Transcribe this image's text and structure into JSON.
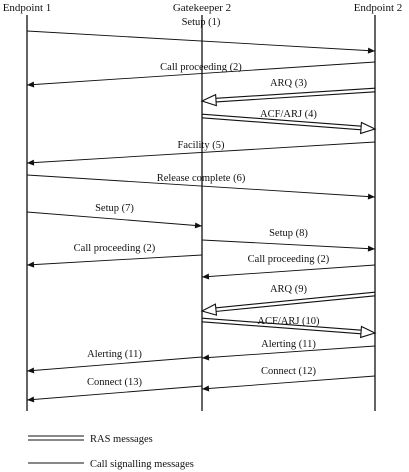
{
  "lanes": {
    "endpoint1": "Endpoint 1",
    "gatekeeper": "Gatekeeper 2",
    "endpoint2": "Endpoint 2"
  },
  "messages": [
    {
      "label": "Setup (1)",
      "from": "endpoint1",
      "to": "endpoint2",
      "kind": "call"
    },
    {
      "label": "Call proceeding (2)",
      "from": "endpoint2",
      "to": "endpoint1",
      "kind": "call"
    },
    {
      "label": "ARQ (3)",
      "from": "endpoint2",
      "to": "gatekeeper",
      "kind": "ras"
    },
    {
      "label": "ACF/ARJ (4)",
      "from": "gatekeeper",
      "to": "endpoint2",
      "kind": "ras"
    },
    {
      "label": "Facility (5)",
      "from": "endpoint2",
      "to": "endpoint1",
      "kind": "call"
    },
    {
      "label": "Release complete (6)",
      "from": "endpoint1",
      "to": "endpoint2",
      "kind": "call"
    },
    {
      "label": "Setup (7)",
      "from": "endpoint1",
      "to": "gatekeeper",
      "kind": "call"
    },
    {
      "label": "Setup (8)",
      "from": "gatekeeper",
      "to": "endpoint2",
      "kind": "call"
    },
    {
      "label": "Call proceeding (2)",
      "from": "gatekeeper",
      "to": "endpoint1",
      "kind": "call"
    },
    {
      "label": "Call proceeding (2)",
      "from": "endpoint2",
      "to": "gatekeeper",
      "kind": "call"
    },
    {
      "label": "ARQ (9)",
      "from": "endpoint2",
      "to": "gatekeeper",
      "kind": "ras"
    },
    {
      "label": "ACF/ARJ (10)",
      "from": "gatekeeper",
      "to": "endpoint2",
      "kind": "ras"
    },
    {
      "label": "Alerting (11)",
      "from": "endpoint2",
      "to": "gatekeeper",
      "kind": "call"
    },
    {
      "label": "Alerting (11)",
      "from": "gatekeeper",
      "to": "endpoint1",
      "kind": "call"
    },
    {
      "label": "Connect (12)",
      "from": "endpoint2",
      "to": "gatekeeper",
      "kind": "call"
    },
    {
      "label": "Connect (13)",
      "from": "gatekeeper",
      "to": "endpoint1",
      "kind": "call"
    }
  ],
  "legend": {
    "ras": "RAS messages",
    "call": "Call signalling messages"
  }
}
